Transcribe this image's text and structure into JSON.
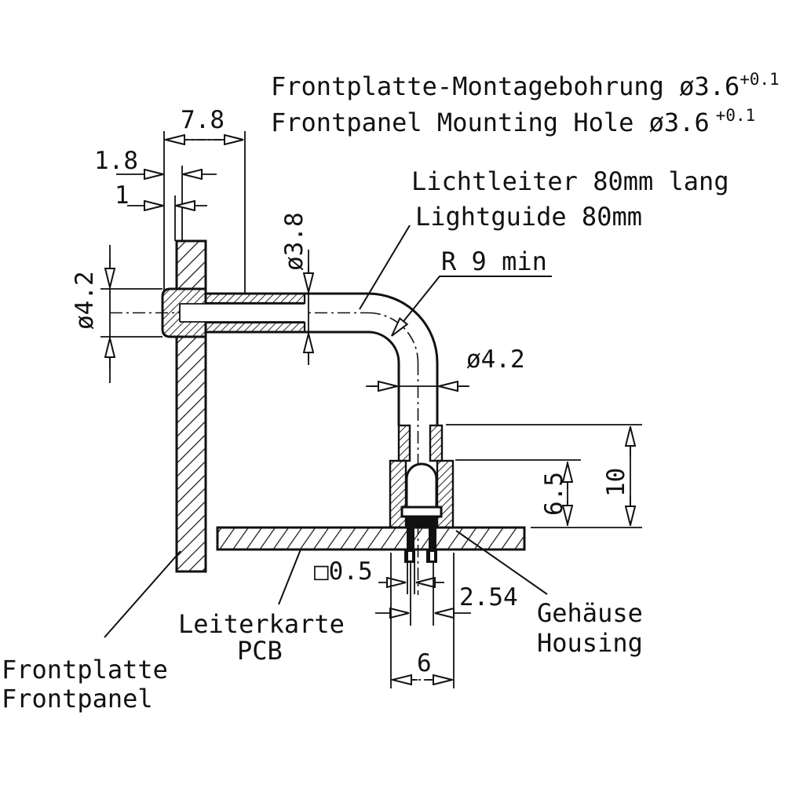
{
  "titles": {
    "de": "Frontplatte-Montagebohrung ø3.6",
    "de_tol": "+0.1",
    "en": "Frontpanel Mounting Hole ø3.6",
    "en_tol": "+0.1"
  },
  "labels": {
    "lightguide_de": "Lichtleiter 80mm lang",
    "lightguide_en": "Lightguide 80mm",
    "bend_radius": "R 9 min",
    "pcb_de": "Leiterkarte",
    "pcb_en": "PCB",
    "housing_de": "Gehäuse",
    "housing_en": "Housing",
    "frontpanel_de": "Frontplatte",
    "frontpanel_en": "Frontpanel"
  },
  "dimensions": {
    "head_length": "7.8",
    "flange_thickness": "1.8",
    "panel_offset": "1",
    "head_diameter": "ø4.2",
    "tube_diameter": "ø3.8",
    "tube_diameter_vertical": "ø4.2",
    "housing_total_height": "10",
    "housing_body_height": "6.5",
    "lead_square": "□0.5",
    "lead_pitch": "2.54",
    "housing_width": "6"
  },
  "colors": {
    "ink": "#111111",
    "paper": "#ffffff"
  }
}
